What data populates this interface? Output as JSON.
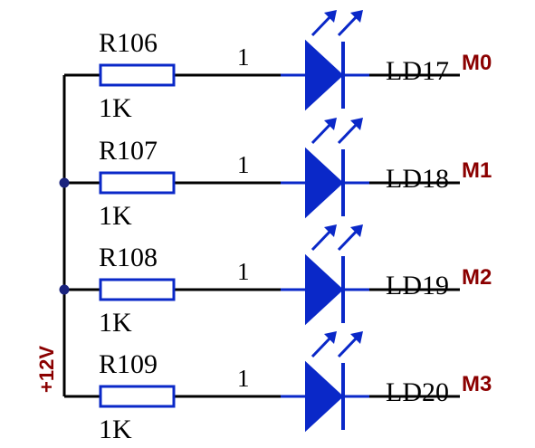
{
  "supply": {
    "label": "+12V"
  },
  "colors": {
    "wire": "#000000",
    "component": "#0a28c8",
    "net_label": "#8b0000",
    "text": "#000000",
    "junction": "#1a237e"
  },
  "channels": [
    {
      "resistor": "R106",
      "value": "1K",
      "pin": "1",
      "led": "LD17",
      "net": "M0"
    },
    {
      "resistor": "R107",
      "value": "1K",
      "pin": "1",
      "led": "LD18",
      "net": "M1"
    },
    {
      "resistor": "R108",
      "value": "1K",
      "pin": "1",
      "led": "LD19",
      "net": "M2"
    },
    {
      "resistor": "R109",
      "value": "1K",
      "pin": "1",
      "led": "LD20",
      "net": "M3"
    }
  ]
}
